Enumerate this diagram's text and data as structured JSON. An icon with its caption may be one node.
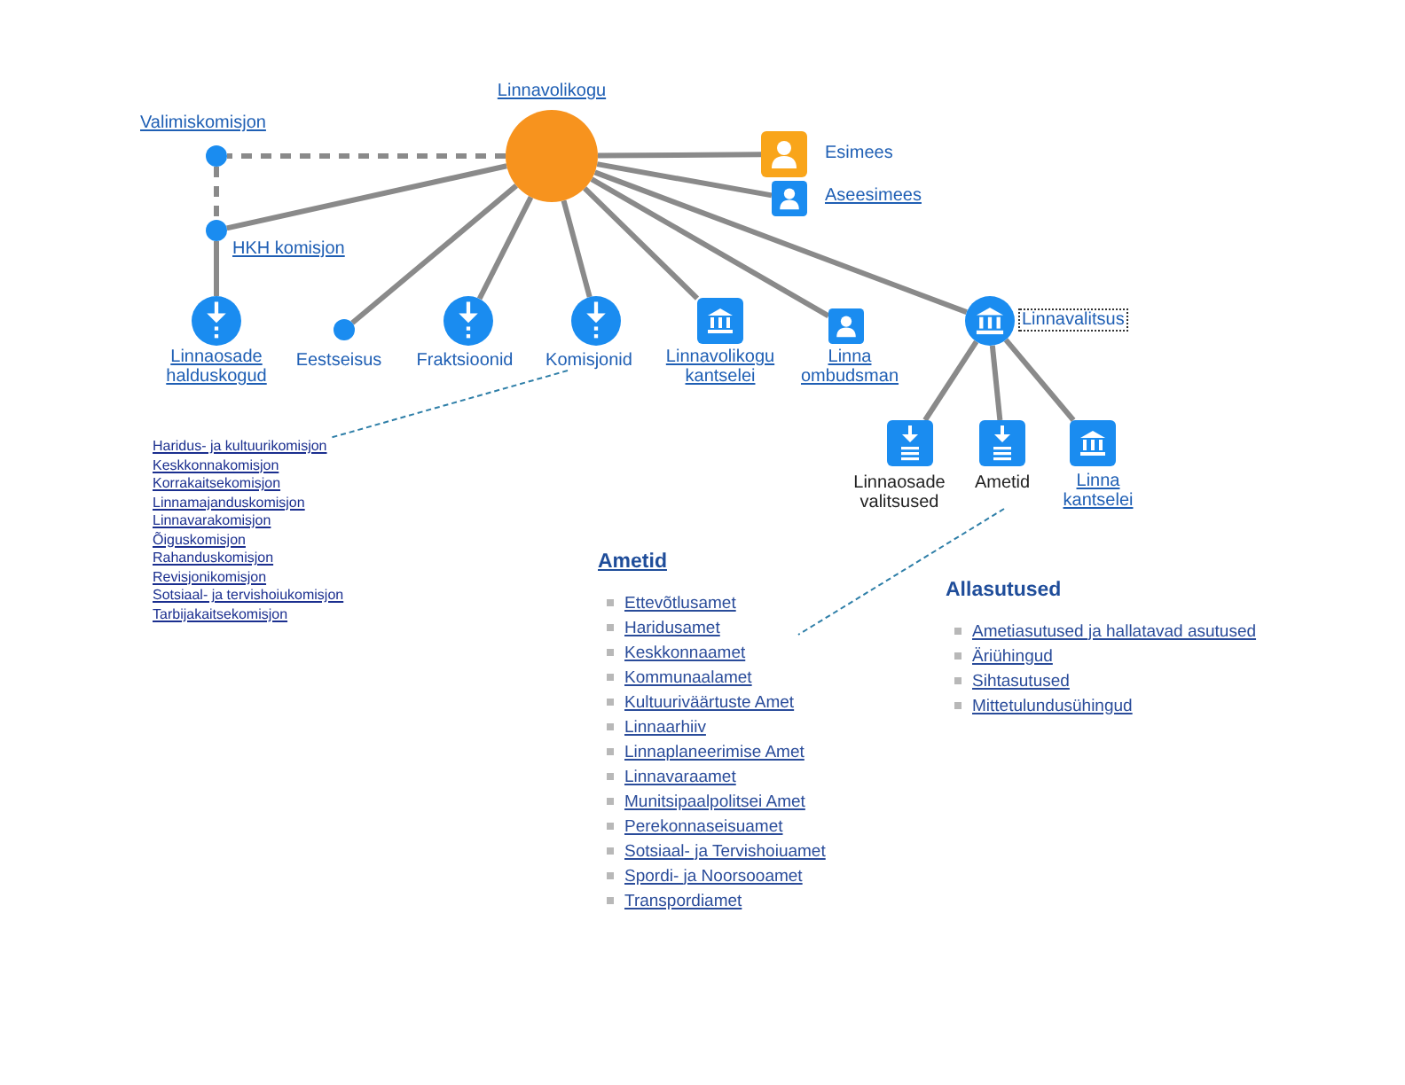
{
  "diagram": {
    "nodes": [
      {
        "text": [
          "Linnavolikogu"
        ]
      },
      {
        "text": [
          "Valimiskomisjon"
        ]
      },
      {
        "text": [
          "Esimees"
        ]
      },
      {
        "text": [
          "Aseesimees"
        ]
      },
      {
        "text": [
          "HKH komisjon"
        ]
      },
      {
        "text": [
          "Linnaosade halduskogud"
        ]
      },
      {
        "text": [
          "Eestseisus"
        ]
      },
      {
        "text": [
          "Fraktsioonid"
        ]
      },
      {
        "text": [
          "Komisjonid"
        ]
      },
      {
        "text": [
          "Linnavolikogu kantselei"
        ]
      },
      {
        "text": [
          "Linna ombudsman"
        ]
      },
      {
        "text": [
          "Linnavalitsus"
        ]
      },
      {
        "text": [
          "Linnaosade valitsused"
        ]
      },
      {
        "text": [
          "Ametid"
        ]
      },
      {
        "text": [
          "Linna kantselei"
        ]
      },
      {
        "text": [
          "Haridus- ja kultuurikomisjon",
          "Keskkonnakomisjon",
          "Korrakaitsekomisjon",
          "Linnamajanduskomisjon",
          "Linnavarakomisjon",
          "Õiguskomisjon",
          "Rahanduskomisjon",
          "Revisjonikomisjon",
          "Sotsiaal- ja tervishoiukomisjon",
          "Tarbijakaitsekomisjon"
        ]
      },
      {
        "text": [
          "Ametid",
          "Ettevõtlusamet",
          "Haridusamet",
          "Keskkonnaamet",
          "Kommunaalamet",
          "Kultuuriväärtuste Amet",
          "Linnaarhiiv",
          "Linnaplaneerimise Amet",
          "Linnavaraamet",
          "Munitsipaalpolitsei Amet",
          "Perekonnaseisuamet",
          "Sotsiaal- ja Tervishoiuamet",
          "Spordi- ja Noorsooamet",
          "Transpordiamet"
        ]
      }
    ],
    "edges": [
      {
        "from": 0,
        "to": 1,
        "arrow": "none",
        "style": "dashed"
      },
      {
        "from": 1,
        "to": 4,
        "arrow": "none",
        "style": "dashed"
      },
      {
        "from": 0,
        "to": 4,
        "arrow": "none"
      },
      {
        "from": 0,
        "to": 2,
        "arrow": "none"
      },
      {
        "from": 0,
        "to": 3,
        "arrow": "none"
      },
      {
        "from": 4,
        "to": 5,
        "arrow": "none"
      },
      {
        "from": 0,
        "to": 6,
        "arrow": "none"
      },
      {
        "from": 0,
        "to": 7,
        "arrow": "none"
      },
      {
        "from": 0,
        "to": 8,
        "arrow": "none"
      },
      {
        "from": 0,
        "to": 9,
        "arrow": "none"
      },
      {
        "from": 0,
        "to": 10,
        "arrow": "none"
      },
      {
        "from": 0,
        "to": 11,
        "arrow": "none"
      },
      {
        "from": 11,
        "to": 12,
        "arrow": "none"
      },
      {
        "from": 11,
        "to": 13,
        "arrow": "none"
      },
      {
        "from": 11,
        "to": 14,
        "arrow": "none"
      },
      {
        "from": 8,
        "to": 15,
        "arrow": "none",
        "style": "dashed",
        "color": "#2f7fa8"
      },
      {
        "from": 13,
        "to": 16,
        "arrow": "none",
        "style": "dashed",
        "color": "#2f7fa8"
      }
    ],
    "labels": [
      "Allasutused",
      "Ametiasutused ja hallatavad asutused",
      "Äriühingud",
      "Sihtasutused",
      "Mittetulundusühingud"
    ]
  }
}
